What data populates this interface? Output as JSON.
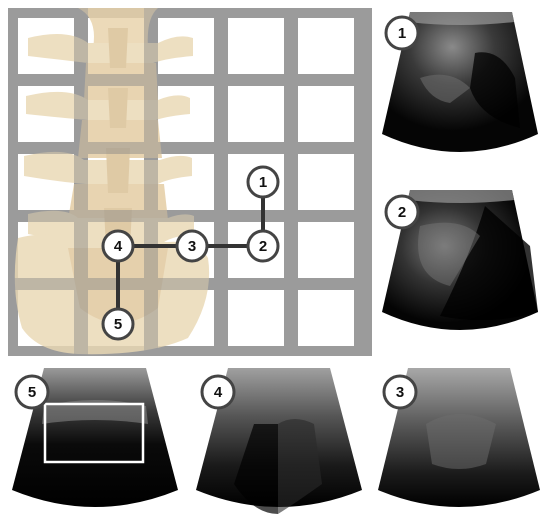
{
  "grid": {
    "cols": 5,
    "rows": 5,
    "path_markers": [
      {
        "id": "1",
        "label": "1"
      },
      {
        "id": "2",
        "label": "2"
      },
      {
        "id": "3",
        "label": "3"
      },
      {
        "id": "4",
        "label": "4"
      },
      {
        "id": "5",
        "label": "5"
      }
    ]
  },
  "ultrasound_panels": [
    {
      "id": "1",
      "label": "1"
    },
    {
      "id": "2",
      "label": "2"
    },
    {
      "id": "5",
      "label": "5"
    },
    {
      "id": "4",
      "label": "4"
    },
    {
      "id": "3",
      "label": "3"
    }
  ],
  "colors": {
    "grid_background": "#9b9b9b",
    "grid_cell": "#ffffff",
    "bone": "#ead8b4",
    "path_line": "#333333",
    "marker_stroke": "#444444",
    "highlight_box": "#ffffff"
  }
}
